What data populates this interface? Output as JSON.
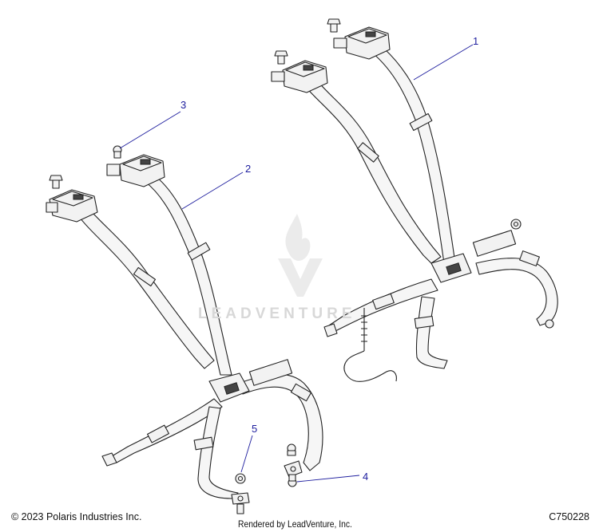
{
  "callouts": [
    {
      "label": "1"
    },
    {
      "label": "2"
    },
    {
      "label": "3"
    },
    {
      "label": "4"
    },
    {
      "label": "5"
    }
  ],
  "footer": {
    "copyright": "© 2023 Polaris Industries Inc.",
    "rendered_by": "Rendered by LeadVenture, Inc.",
    "part_code": "C750228"
  },
  "watermark": {
    "text": "LEADVENTURE"
  },
  "colors": {
    "callout": "#1d1d9e",
    "line_art": "#222222",
    "belt_fill": "#f6f6f6",
    "watermark": "#d8d8d8"
  }
}
